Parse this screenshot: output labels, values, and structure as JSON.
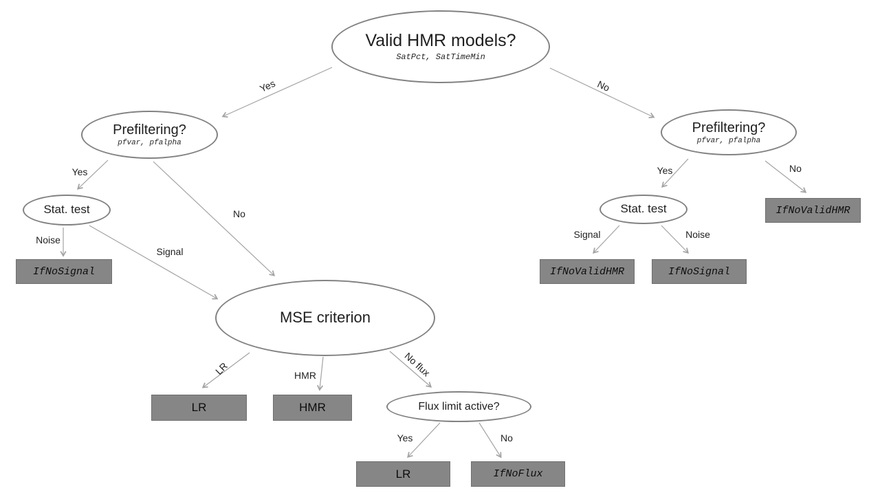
{
  "nodes": {
    "root": {
      "title": "Valid HMR models?",
      "params": "SatPct, SatTimeMin"
    },
    "prefilter_left": {
      "title": "Prefiltering?",
      "params": "pfvar, pfalpha"
    },
    "prefilter_right": {
      "title": "Prefiltering?",
      "params": "pfvar, pfalpha"
    },
    "stat_test_left": {
      "title": "Stat. test"
    },
    "stat_test_right": {
      "title": "Stat. test"
    },
    "mse": {
      "title": "MSE criterion"
    },
    "flux_limit": {
      "title": "Flux limit active?"
    }
  },
  "boxes": {
    "if_no_signal_left": "IfNoSignal",
    "lr_mid": "LR",
    "hmr": "HMR",
    "lr_bottom": "LR",
    "if_no_flux": "IfNoFlux",
    "if_no_valid_hmr_right_upper": "IfNoValidHMR",
    "if_no_valid_hmr_right_lower": "IfNoValidHMR",
    "if_no_signal_right": "IfNoSignal"
  },
  "edge_labels": {
    "root_yes": "Yes",
    "root_no": "No",
    "prefilter_left_yes": "Yes",
    "prefilter_left_no": "No",
    "stat_left_noise": "Noise",
    "stat_left_signal": "Signal",
    "mse_lr": "LR",
    "mse_hmr": "HMR",
    "mse_no_flux": "No flux",
    "flux_yes": "Yes",
    "flux_no": "No",
    "prefilter_right_yes": "Yes",
    "prefilter_right_no": "No",
    "stat_right_signal": "Signal",
    "stat_right_noise": "Noise"
  },
  "colors": {
    "box_fill": "#868686",
    "ellipse_stroke": "#828282",
    "arrow": "#a3a3a3",
    "text": "#1f1f1f"
  }
}
